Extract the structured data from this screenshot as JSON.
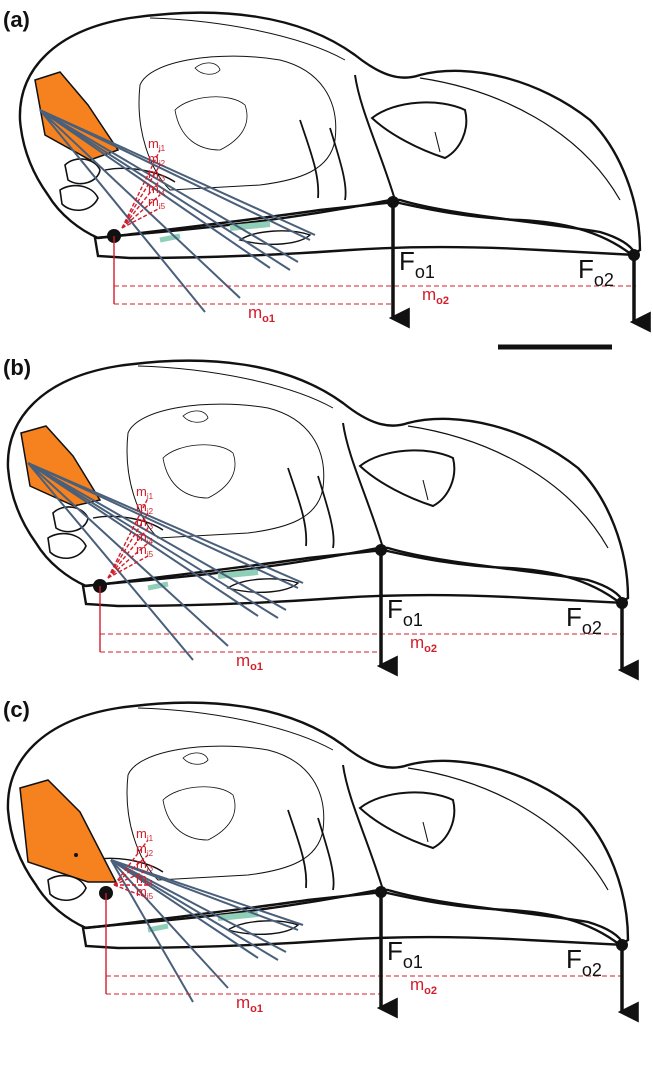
{
  "colors": {
    "outline": "#111111",
    "muscle": "#f5821f",
    "force_lines": "#4a5f7a",
    "moment_arms": "#d21d2b",
    "cartilage": "#8fcfb8"
  },
  "scale_bar": {
    "shown": true
  },
  "panels": [
    {
      "label": "(a)",
      "insertion_moment_arm_labels": [
        "m",
        "m",
        "m",
        "m",
        "m"
      ],
      "insertion_moment_arm_subs": [
        "i1",
        "i2",
        "i3",
        "i4",
        "i5"
      ],
      "force_out_1": {
        "main": "F",
        "sub": "o1"
      },
      "force_out_2": {
        "main": "F",
        "sub": "o2"
      },
      "moment_out_1": {
        "main": "m",
        "sub": "o1"
      },
      "moment_out_2": {
        "main": "m",
        "sub": "o2"
      }
    },
    {
      "label": "(b)",
      "insertion_moment_arm_labels": [
        "m",
        "m",
        "m",
        "m",
        "m"
      ],
      "insertion_moment_arm_subs": [
        "i1",
        "i2",
        "i3",
        "i4",
        "i5"
      ],
      "force_out_1": {
        "main": "F",
        "sub": "o1"
      },
      "force_out_2": {
        "main": "F",
        "sub": "o2"
      },
      "moment_out_1": {
        "main": "m",
        "sub": "o1"
      },
      "moment_out_2": {
        "main": "m",
        "sub": "o2"
      }
    },
    {
      "label": "(c)",
      "insertion_moment_arm_labels": [
        "m",
        "m",
        "m",
        "m",
        "m"
      ],
      "insertion_moment_arm_subs": [
        "i1",
        "i2",
        "i3",
        "i4",
        "i5"
      ],
      "force_out_1": {
        "main": "F",
        "sub": "o1"
      },
      "force_out_2": {
        "main": "F",
        "sub": "o2"
      },
      "moment_out_1": {
        "main": "m",
        "sub": "o1"
      },
      "moment_out_2": {
        "main": "m",
        "sub": "o2"
      }
    }
  ]
}
